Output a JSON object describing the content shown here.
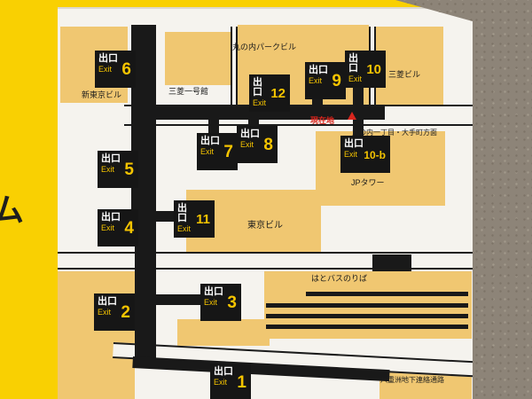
{
  "sign": {
    "partial_left_text": "ム"
  },
  "map": {
    "current_location_label": "現在地",
    "direction_label": "丸の内一丁目・大手町方面",
    "buildings": {
      "shin_tokyo": "新東京ビル",
      "mitsubishi_ichigokan": "三菱一号館",
      "marunouchi_park": "丸の内パークビル",
      "mitsubishi": "三菱ビル",
      "jp_tower": "JPタワー",
      "tokyo": "東京ビル",
      "hatobus": "はとバスのりば",
      "yaesu_passage": "八重洲地下連絡通路"
    },
    "exits": [
      {
        "deguchi": "出口",
        "exit_en": "Exit",
        "number": "6"
      },
      {
        "deguchi": "出口",
        "exit_en": "Exit",
        "number": "12"
      },
      {
        "deguchi": "出口",
        "exit_en": "Exit",
        "number": "9"
      },
      {
        "deguchi": "出口",
        "exit_en": "Exit",
        "number": "10"
      },
      {
        "deguchi": "出口",
        "exit_en": "Exit",
        "number": "7"
      },
      {
        "deguchi": "出口",
        "exit_en": "Exit",
        "number": "8"
      },
      {
        "deguchi": "出口",
        "exit_en": "Exit",
        "number": "10-b"
      },
      {
        "deguchi": "出口",
        "exit_en": "Exit",
        "number": "5"
      },
      {
        "deguchi": "出口",
        "exit_en": "Exit",
        "number": "11"
      },
      {
        "deguchi": "出口",
        "exit_en": "Exit",
        "number": "4"
      },
      {
        "deguchi": "出口",
        "exit_en": "Exit",
        "number": "3"
      },
      {
        "deguchi": "出口",
        "exit_en": "Exit",
        "number": "2"
      },
      {
        "deguchi": "出口",
        "exit_en": "Exit",
        "number": "1"
      }
    ]
  },
  "colors": {
    "sign_yellow": "#f9d002",
    "building_yellow": "#f0c771",
    "exit_box_black": "#161616",
    "exit_number_yellow": "#f5c400",
    "current_location_red": "#d9251d",
    "wall_gray": "#8d8478"
  }
}
